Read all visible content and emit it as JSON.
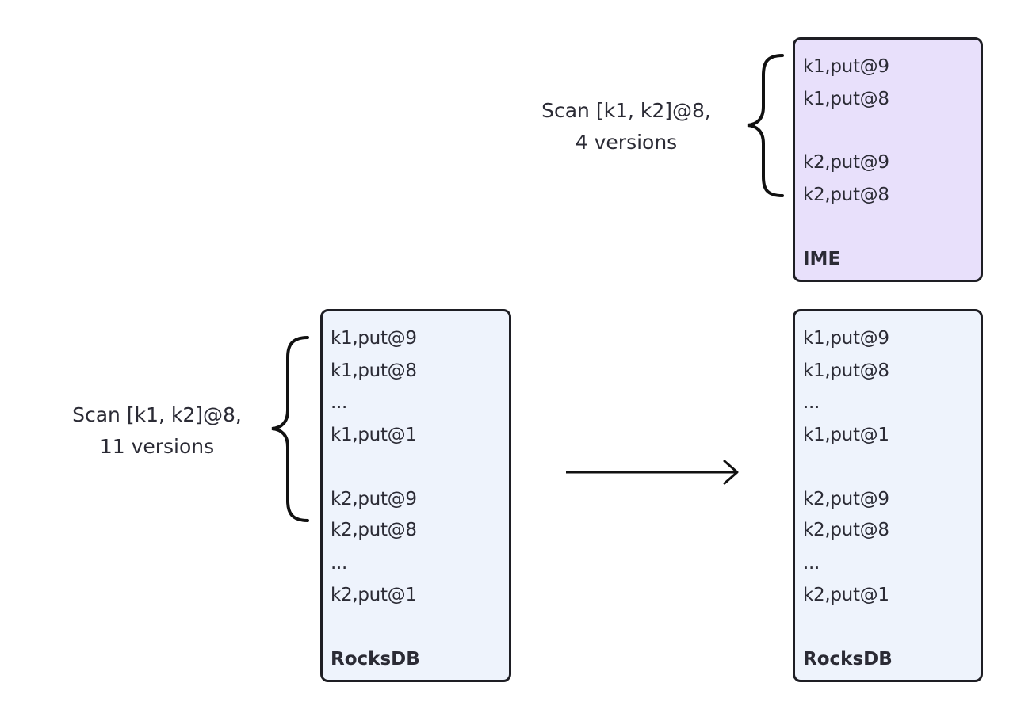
{
  "ime": {
    "label": "IME",
    "rows": [
      "k1,put@9",
      "k1,put@8",
      "k2,put@9",
      "k2,put@8"
    ],
    "caption_line1": "Scan [k1, k2]@8,",
    "caption_line2": "4 versions"
  },
  "rocksdb_left": {
    "label": "RocksDB",
    "rows": [
      "k1,put@9",
      "k1,put@8",
      "...",
      "k1,put@1",
      "k2,put@9",
      "k2,put@8",
      "...",
      "k2,put@1"
    ],
    "caption_line1": "Scan [k1, k2]@8,",
    "caption_line2": "11 versions"
  },
  "rocksdb_right": {
    "label": "RocksDB",
    "rows": [
      "k1,put@9",
      "k1,put@8",
      "...",
      "k1,put@1",
      "k2,put@9",
      "k2,put@8",
      "...",
      "k2,put@1"
    ]
  },
  "colors": {
    "ime_fill": "#e8e0fb",
    "rocksdb_fill": "#eef3fc",
    "stroke": "#1e1e24"
  }
}
